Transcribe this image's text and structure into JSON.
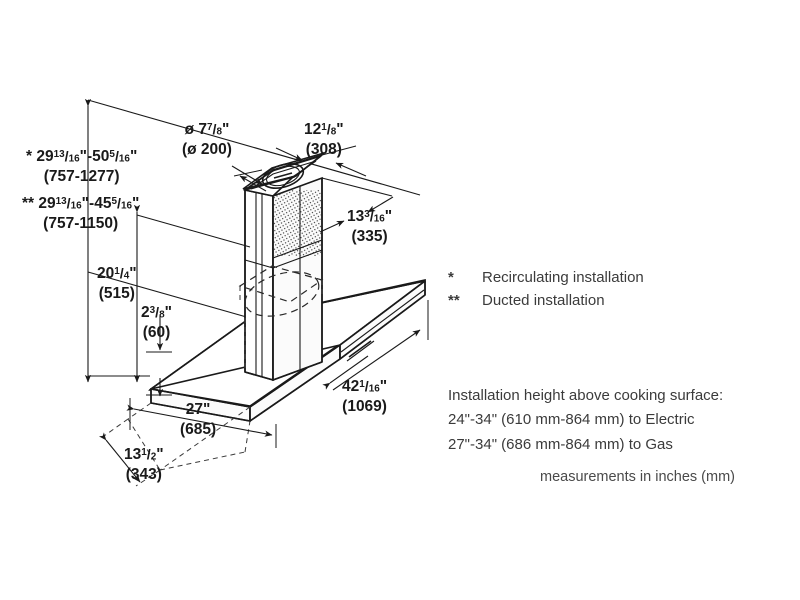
{
  "document": {
    "title": "Range Hood Installation Dimension Drawing",
    "units_note": "measurements in inches (mm)"
  },
  "dimensions": {
    "duct_diameter": {
      "inch_whole": "ø 7",
      "inch_num": "7",
      "inch_den": "8",
      "inch_suffix": "\"",
      "metric": "(ø 200)"
    },
    "chimney_width": {
      "inch_whole": "12",
      "inch_num": "1",
      "inch_den": "8",
      "inch_suffix": "\"",
      "metric": "(308)"
    },
    "chimney_depth": {
      "inch_whole": "13",
      "inch_num": "3",
      "inch_den": "16",
      "inch_suffix": "\"",
      "metric": "(335)"
    },
    "total_height_recirculating": {
      "marker": "*",
      "inch_from_whole": "29",
      "inch_from_num": "13",
      "inch_from_den": "16",
      "inch_to_whole": "50",
      "inch_to_num": "5",
      "inch_to_den": "16",
      "inch_suffix": "\"",
      "metric": "(757-1277)"
    },
    "total_height_ducted": {
      "marker": "**",
      "inch_from_whole": "29",
      "inch_from_num": "13",
      "inch_from_den": "16",
      "inch_to_whole": "45",
      "inch_to_num": "5",
      "inch_to_den": "16",
      "inch_suffix": "\"",
      "metric": "(757-1150)"
    },
    "chimney_height": {
      "inch_whole": "20",
      "inch_num": "1",
      "inch_den": "4",
      "inch_suffix": "\"",
      "metric": "(515)"
    },
    "canopy_thickness": {
      "inch_whole": "2",
      "inch_num": "3",
      "inch_den": "8",
      "inch_suffix": "\"",
      "metric": "(60)"
    },
    "canopy_depth": {
      "inch_whole": "27",
      "inch_suffix": "\"",
      "metric": "(685)"
    },
    "canopy_width": {
      "inch_whole": "42",
      "inch_num": "1",
      "inch_den": "16",
      "inch_suffix": "\"",
      "metric": "(1069)"
    },
    "wall_offset": {
      "inch_whole": "13",
      "inch_num": "1",
      "inch_den": "2",
      "inch_suffix": "\"",
      "metric": "(343)"
    }
  },
  "legend": {
    "items": [
      {
        "marker": "*",
        "label": "Recirculating installation"
      },
      {
        "marker": "**",
        "label": "Ducted installation"
      }
    ]
  },
  "installation_note": {
    "heading": "Installation height above cooking surface:",
    "lines": [
      "24\"-34\" (610 mm-864 mm) to Electric",
      "27\"-34\" (686 mm-864 mm) to Gas"
    ]
  },
  "colors": {
    "line": "#1a1a1a",
    "text": "#1a1a1a",
    "note_text": "#3b3b3b",
    "background": "#ffffff"
  }
}
